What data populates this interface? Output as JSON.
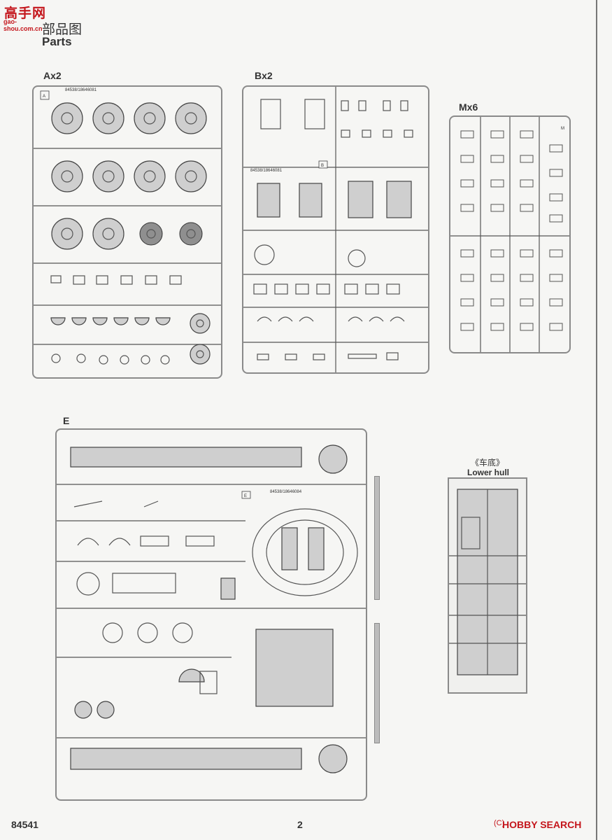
{
  "watermark": {
    "zh": "高手网",
    "url": "gao-shou.com.cn"
  },
  "header": {
    "title_zh": "部品图",
    "title_en": "Parts"
  },
  "sprues": {
    "a": {
      "label": "Ax2",
      "letter": "A",
      "code": "84538/18646081"
    },
    "b": {
      "label": "Bx2",
      "letter": "B",
      "code": "84538/18646081"
    },
    "m": {
      "label": "Mx6",
      "letter": "M"
    },
    "e": {
      "label": "E",
      "letter": "E",
      "code": "84538/18646084"
    }
  },
  "lower_hull": {
    "title_zh": "《车底》",
    "title_en": "Lower hull"
  },
  "footer": {
    "product_code": "84541",
    "page_number": "2",
    "source": "HOBBY SEARCH",
    "copyright": "(C)"
  }
}
